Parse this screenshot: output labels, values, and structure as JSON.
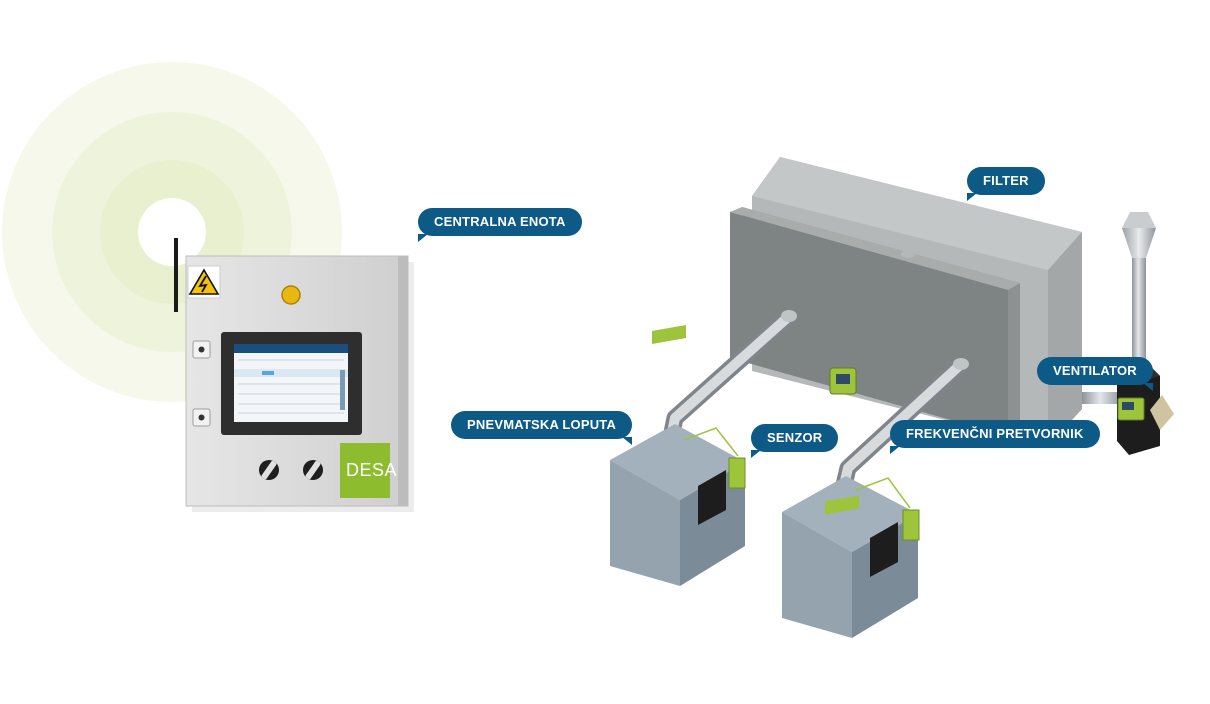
{
  "colors": {
    "callout_bg": "#0d5a86",
    "accent_green": "#8dbd2f",
    "cabinet_gray": "#dcdcdc",
    "duct_gray": "#8f9ea9",
    "wave_green": "#eef4dc"
  },
  "labels": {
    "central_unit": "CENTRALNA ENOTA",
    "filter": "FILTER",
    "ventilator": "VENTILATOR",
    "pneumatic_damper": "PNEVMATSKA LOPUTA",
    "sensor": "SENZOR",
    "frequency_converter": "FREKVENČNI PRETVORNIK"
  },
  "logo": {
    "text": "DESA"
  },
  "icons": {
    "warning": "high-voltage-warning-icon",
    "wireless": "wireless-signal-icon"
  }
}
